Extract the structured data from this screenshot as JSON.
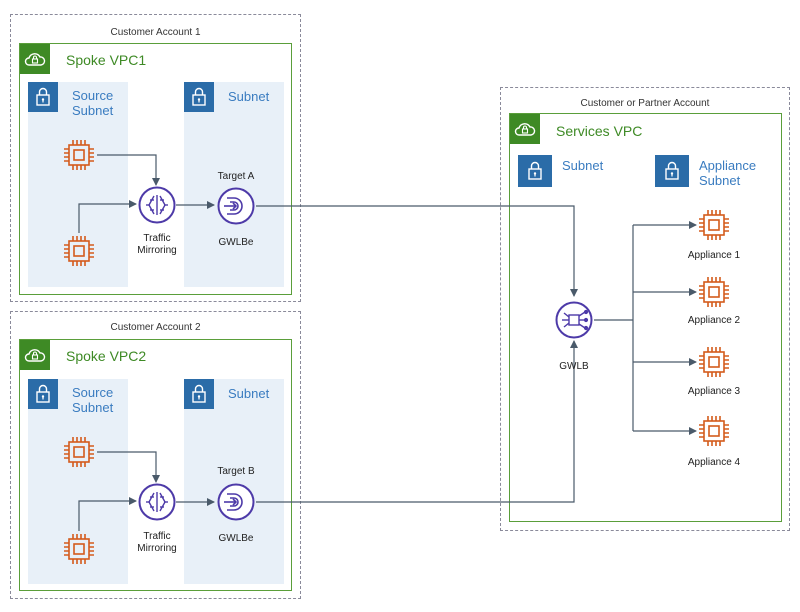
{
  "accounts": {
    "account1": "Customer Account 1",
    "account2": "Customer Account 2",
    "partner": "Customer or Partner Account"
  },
  "vpcs": {
    "spoke1": "Spoke VPC1",
    "spoke2": "Spoke VPC2",
    "services": "Services VPC"
  },
  "subnets": {
    "source_line1": "Source",
    "source_line2": "Subnet",
    "subnet": "Subnet",
    "appliance_line1": "Appliance",
    "appliance_line2": "Subnet"
  },
  "nodes": {
    "traffic_line1": "Traffic",
    "traffic_line2": "Mirroring",
    "target_a": "Target A",
    "target_b": "Target B",
    "gwlbe": "GWLBe",
    "gwlb": "GWLB",
    "appliance1": "Appliance 1",
    "appliance2": "Appliance 2",
    "appliance3": "Appliance 3",
    "appliance4": "Appliance 4"
  },
  "colors": {
    "vpc_green": "#3e8a25",
    "subnet_blue": "#2b6ca8",
    "ec2_orange": "#d45b1c",
    "purple": "#4d3aa8",
    "connector": "#4a5a6a"
  },
  "icons": [
    "cloud-lock-icon",
    "padlock-icon",
    "ec2-instance-icon",
    "traffic-mirroring-icon",
    "gwlb-endpoint-icon",
    "gwlb-icon"
  ]
}
